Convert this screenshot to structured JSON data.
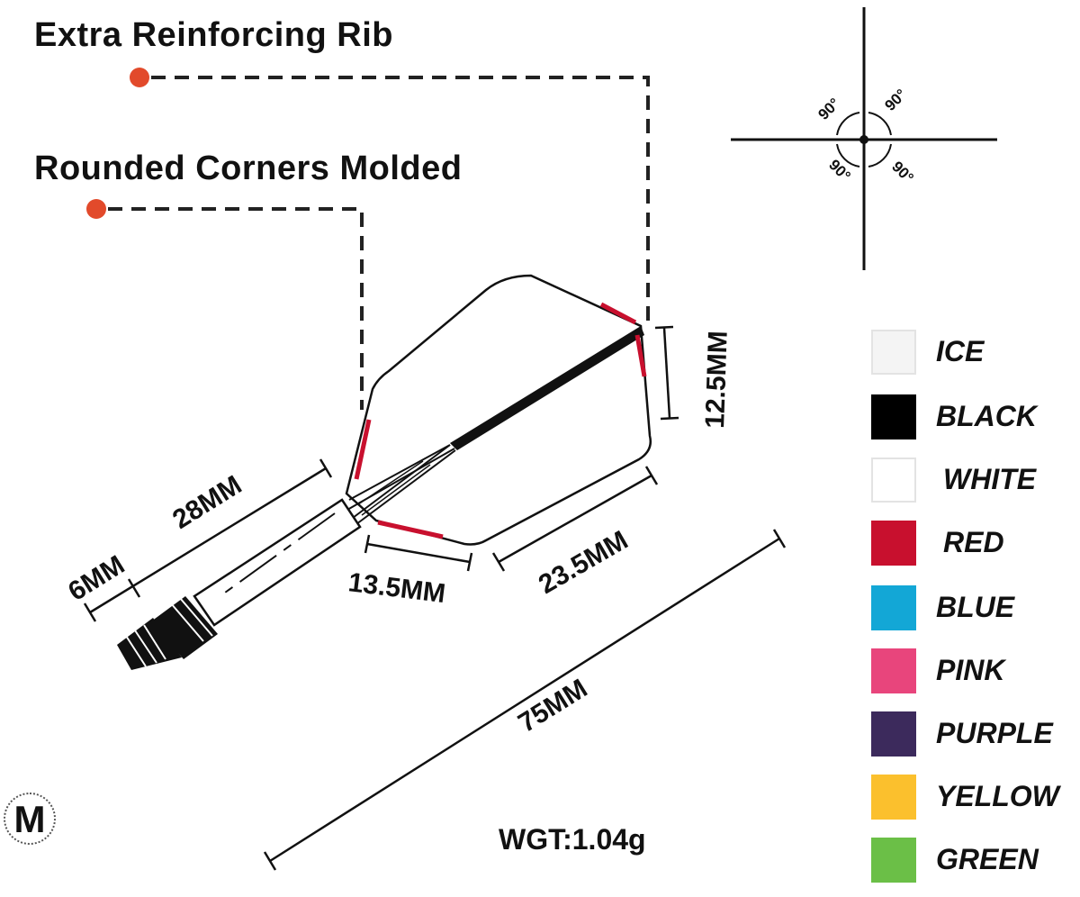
{
  "callouts": {
    "rib": "Extra Reinforcing Rib",
    "corners": "Rounded Corners Molded"
  },
  "dimensions": {
    "shaft_tip": "6MM",
    "shaft_len": "28MM",
    "wing_base": "13.5MM",
    "wing_edge": "23.5MM",
    "wing_height": "12.5MM",
    "overall": "75MM"
  },
  "angles": [
    "90°",
    "90°",
    "90°",
    "90°"
  ],
  "colors": [
    {
      "name": "ICE",
      "hex": "#f4f4f4"
    },
    {
      "name": "BLACK",
      "hex": "#000000"
    },
    {
      "name": "WHITE",
      "hex": "#ffffff"
    },
    {
      "name": "RED",
      "hex": "#c8102e"
    },
    {
      "name": "BLUE",
      "hex": "#13a7d6"
    },
    {
      "name": "PINK",
      "hex": "#e8457c"
    },
    {
      "name": "PURPLE",
      "hex": "#3c2a5c"
    },
    {
      "name": "YELLOW",
      "hex": "#fbc02d"
    },
    {
      "name": "GREEN",
      "hex": "#6bbf47"
    }
  ],
  "weight": "WGT:1.04g",
  "size": "M",
  "accent": {
    "callout_dot": "#e24a2b",
    "rib": "#c8102e"
  }
}
